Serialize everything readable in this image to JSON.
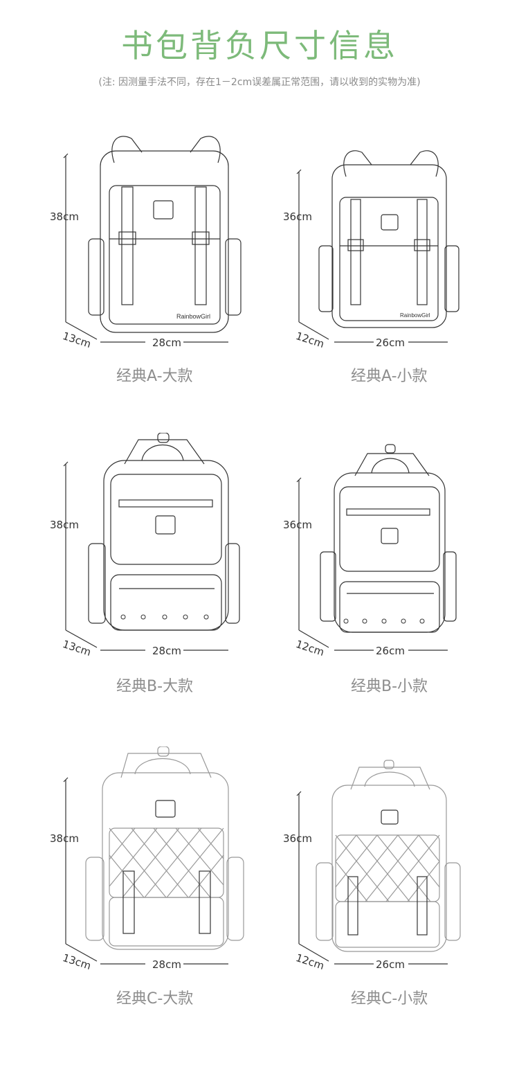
{
  "header": {
    "title": "书包背负尺寸信息",
    "note": "(注: 因测量手法不同，存在1－2cm误差属正常范围，请以收到的实物为准)"
  },
  "brand": "RainbowGirl",
  "products": [
    {
      "name": "经典A-大款",
      "height": "38cm",
      "width": "28cm",
      "depth": "13cm",
      "style": "A"
    },
    {
      "name": "经典A-小款",
      "height": "36cm",
      "width": "26cm",
      "depth": "12cm",
      "style": "A"
    },
    {
      "name": "经典B-大款",
      "height": "38cm",
      "width": "28cm",
      "depth": "13cm",
      "style": "B"
    },
    {
      "name": "经典B-小款",
      "height": "36cm",
      "width": "26cm",
      "depth": "12cm",
      "style": "B"
    },
    {
      "name": "经典C-大款",
      "height": "38cm",
      "width": "28cm",
      "depth": "13cm",
      "style": "C"
    },
    {
      "name": "经典C-小款",
      "height": "36cm",
      "width": "26cm",
      "depth": "12cm",
      "style": "C"
    }
  ],
  "colors": {
    "title": "#7dba7a",
    "note": "#8a8a8a",
    "caption": "#8d8d8d",
    "line": "#333333"
  }
}
